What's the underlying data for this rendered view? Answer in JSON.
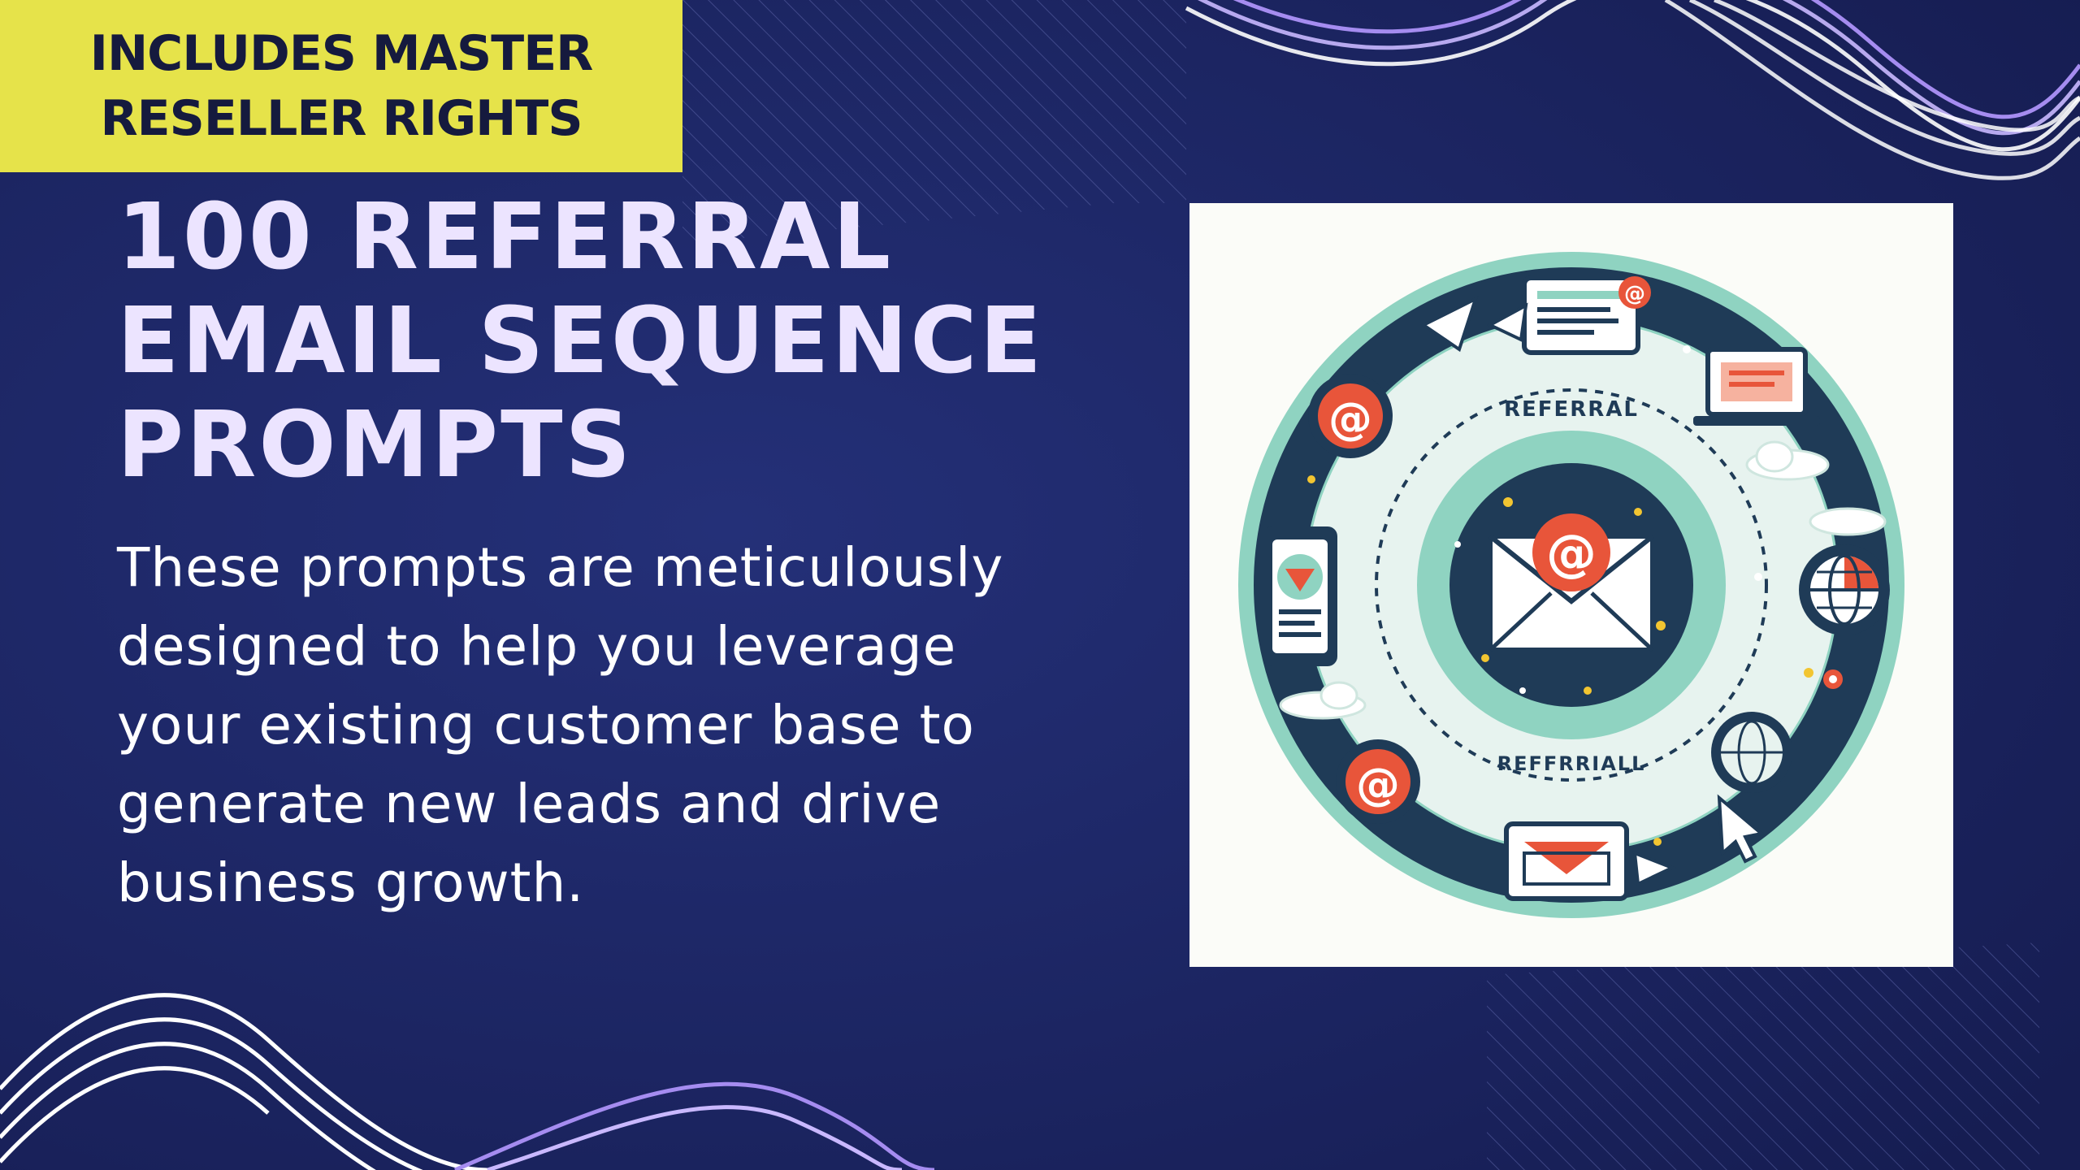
{
  "badge": {
    "line1": "INCLUDES MASTER",
    "line2": "RESELLER RIGHTS"
  },
  "title": {
    "line1": "100 REFERRAL",
    "line2": "EMAIL SEQUENCE",
    "line3": "PROMPTS"
  },
  "description": "These prompts are meticulously designed to help you leverage your existing customer base to generate new leads and drive business growth.",
  "illustration": {
    "top_label": "REFERRAL",
    "bottom_label": "REFFRRIALL",
    "icons": [
      "envelope-icon",
      "at-sign-icon",
      "email-window-icon",
      "laptop-icon",
      "globe-icon",
      "phone-icon",
      "cloud-icon",
      "send-arrow-icon",
      "cursor-icon"
    ]
  },
  "colors": {
    "background": "#1a2360",
    "badge": "#e6e34a",
    "title": "#ece4ff",
    "accent_teal": "#8fd3c1",
    "accent_navy": "#1f3b57",
    "accent_orange": "#e8553a",
    "wave_purple": "#8f6fe6"
  }
}
